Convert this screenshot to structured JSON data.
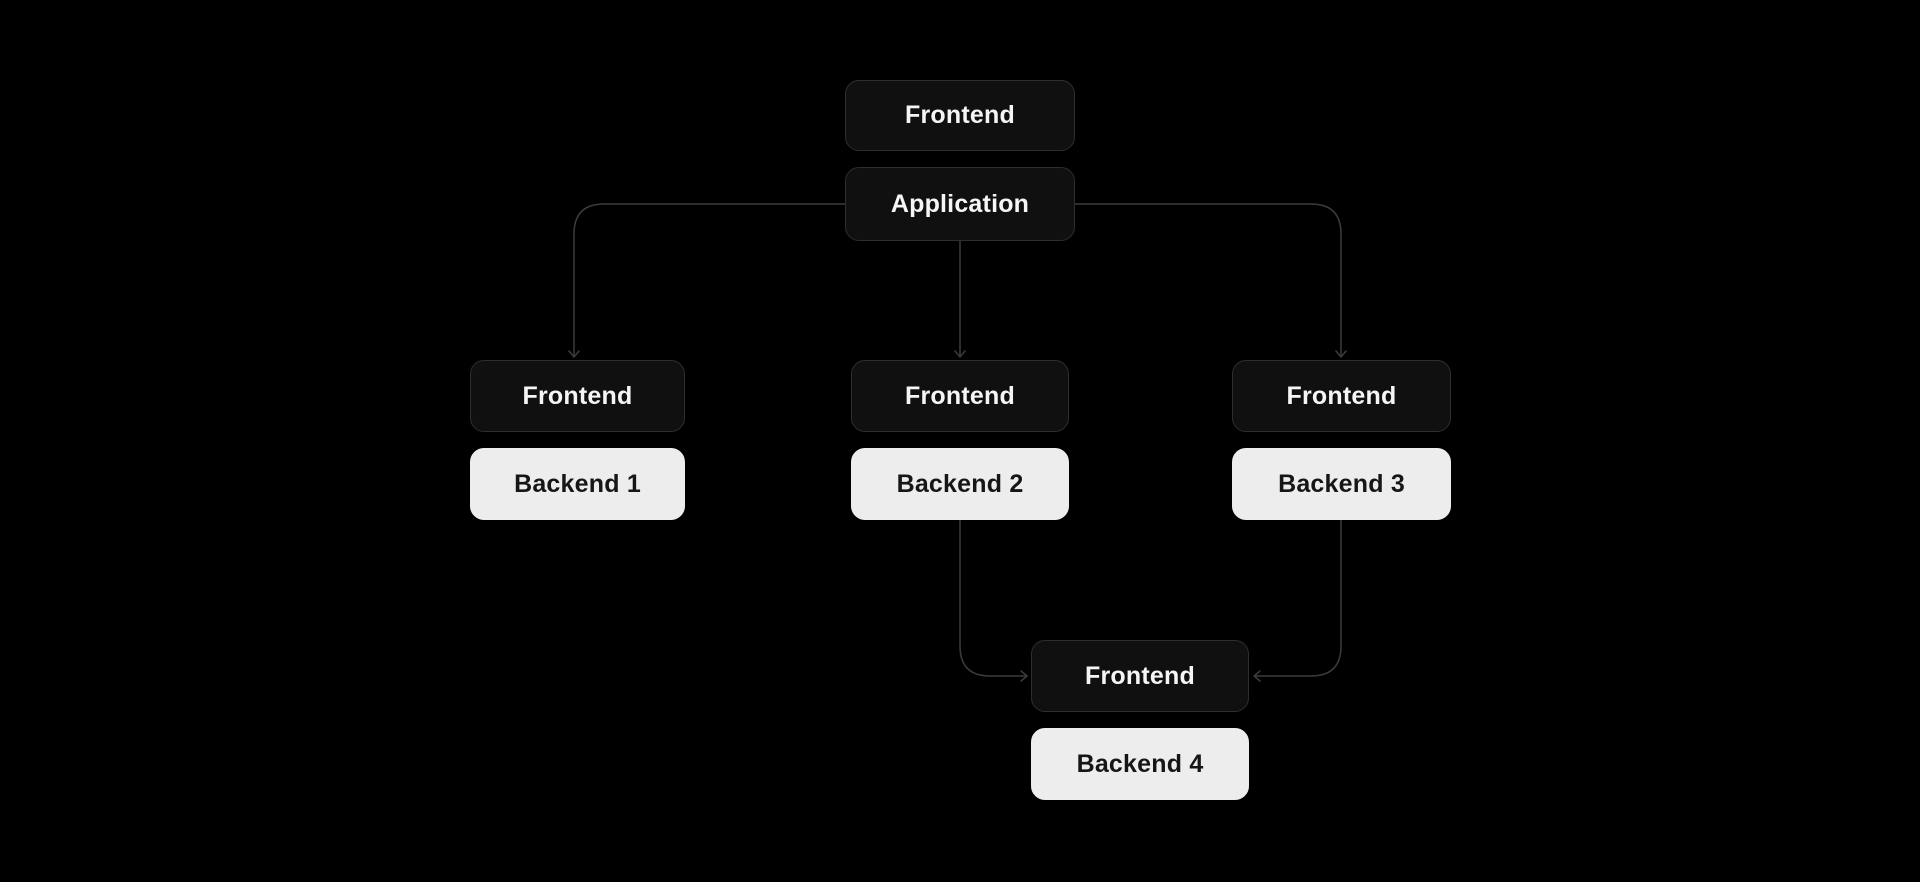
{
  "diagram": {
    "background_color": "#000000",
    "node_dark_fill": "#101010",
    "node_dark_border": "#2e2e2e",
    "node_dark_text": "#f5f5f5",
    "node_light_fill": "#ededed",
    "node_light_text": "#161616",
    "edge_color": "#3c3c3c",
    "nodes": [
      {
        "id": "frontend-top",
        "label": "Frontend",
        "variant": "dark"
      },
      {
        "id": "application",
        "label": "Application",
        "variant": "dark"
      },
      {
        "id": "frontend-left",
        "label": "Frontend",
        "variant": "dark"
      },
      {
        "id": "backend-1",
        "label": "Backend 1",
        "variant": "light"
      },
      {
        "id": "frontend-mid",
        "label": "Frontend",
        "variant": "dark"
      },
      {
        "id": "backend-2",
        "label": "Backend 2",
        "variant": "light"
      },
      {
        "id": "frontend-right",
        "label": "Frontend",
        "variant": "dark"
      },
      {
        "id": "backend-3",
        "label": "Backend 3",
        "variant": "light"
      },
      {
        "id": "frontend-bottom",
        "label": "Frontend",
        "variant": "dark"
      },
      {
        "id": "backend-4",
        "label": "Backend 4",
        "variant": "light"
      }
    ],
    "edges": [
      {
        "from": "application",
        "to": "frontend-left",
        "arrow_direction": "down"
      },
      {
        "from": "application",
        "to": "frontend-mid",
        "arrow_direction": "down"
      },
      {
        "from": "application",
        "to": "frontend-right",
        "arrow_direction": "down"
      },
      {
        "from": "backend-2",
        "to": "frontend-bottom",
        "arrow_direction": "right"
      },
      {
        "from": "backend-3",
        "to": "frontend-bottom",
        "arrow_direction": "left"
      }
    ]
  }
}
